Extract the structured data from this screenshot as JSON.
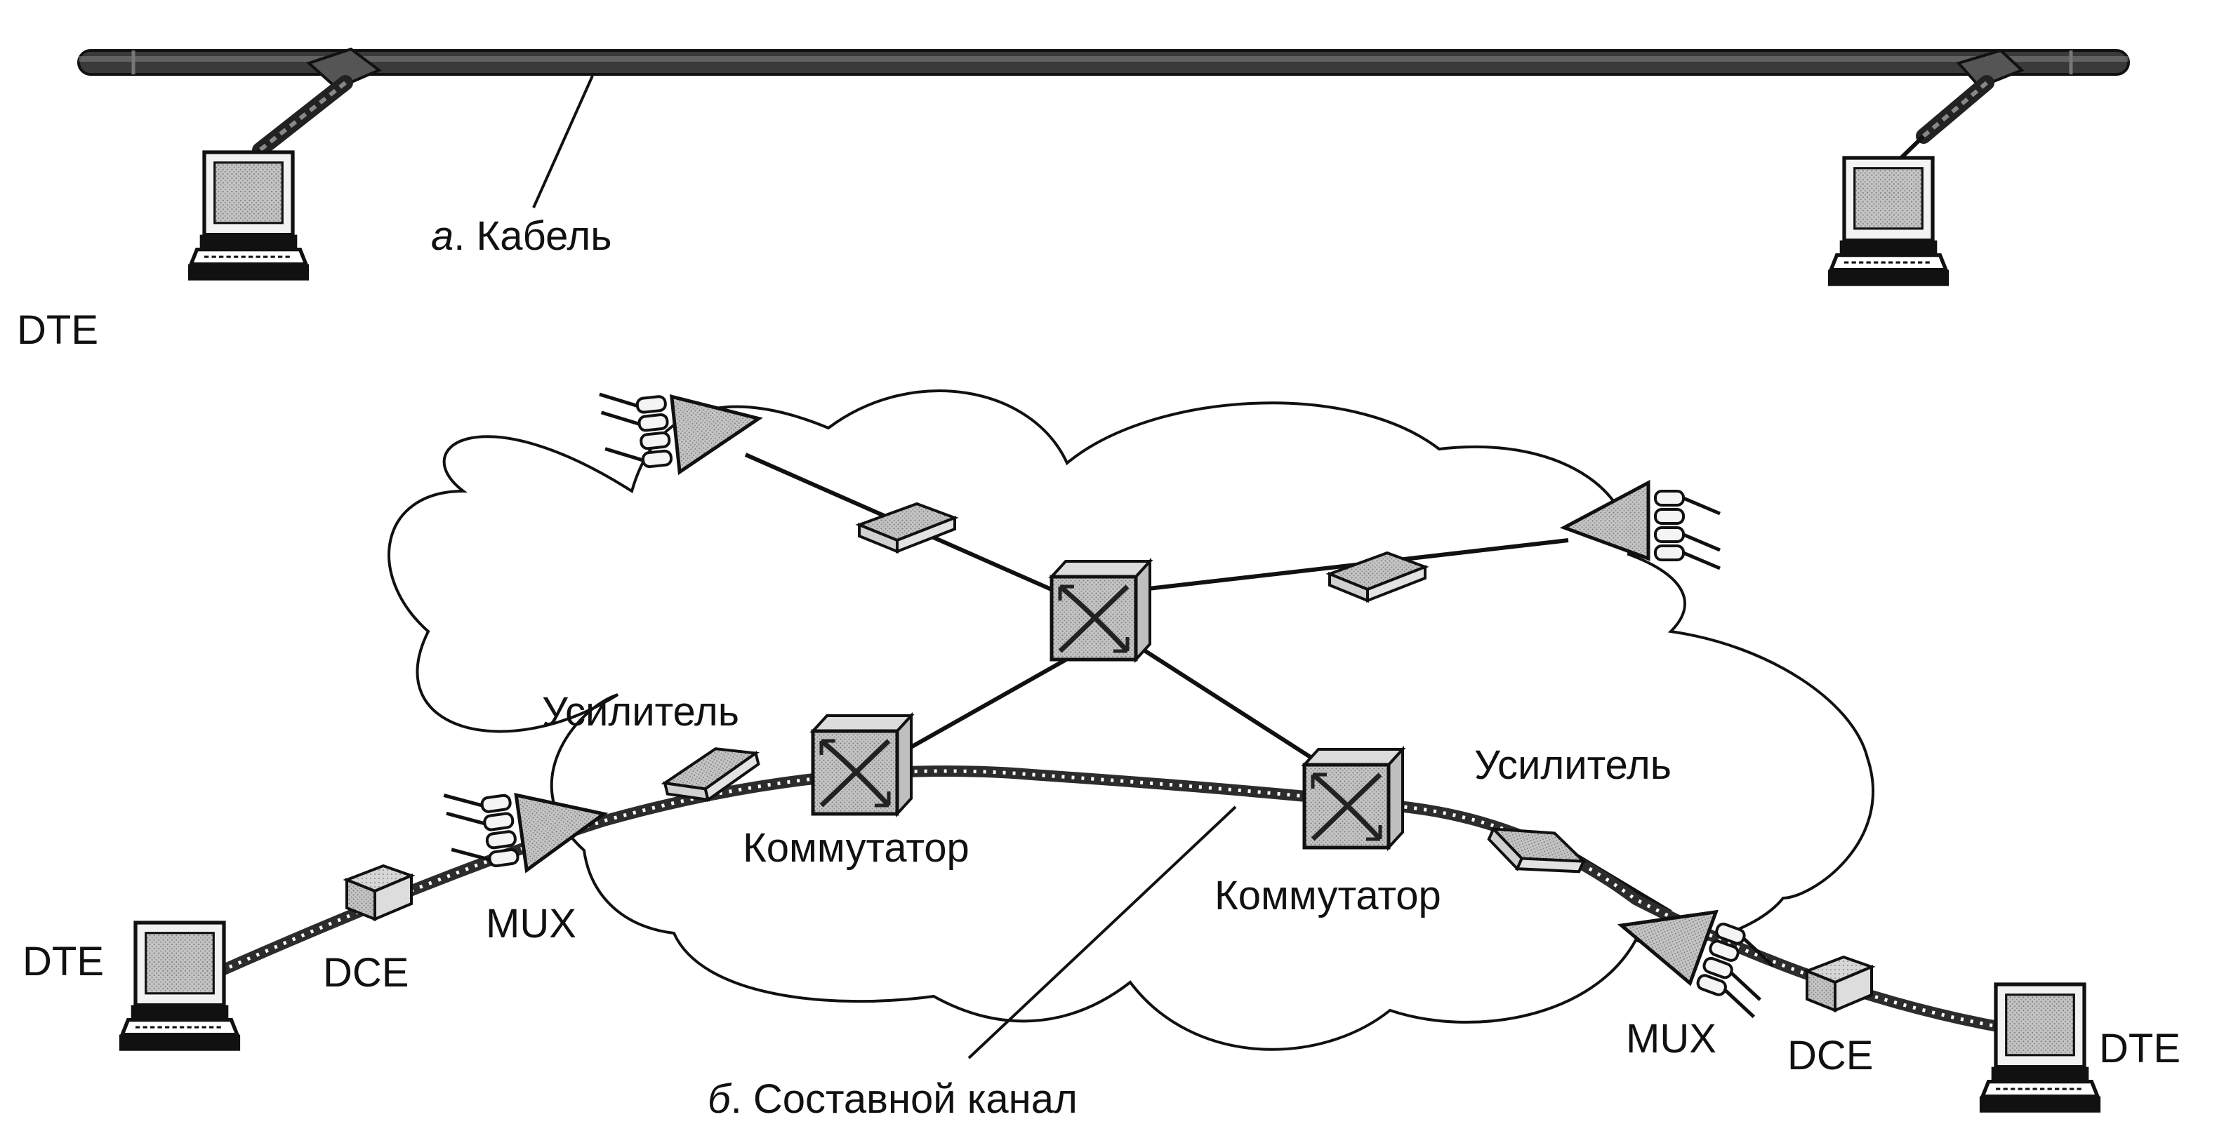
{
  "colors": {
    "ink": "#111111",
    "device_fill": "#bdbdbd",
    "cable": "#3a3a3a",
    "background": "#ffffff"
  },
  "icons": [
    "terminal-icon",
    "modem-icon",
    "multiplexer-icon",
    "amplifier-icon",
    "switch-icon",
    "network-cloud-icon",
    "cable-icon"
  ],
  "part_a": {
    "caption_letter": "а",
    "caption_text": ". Кабель",
    "dte_label": "DTE"
  },
  "part_b": {
    "caption_letter": "б",
    "caption_text": ". Составной канал",
    "amplifier_left": "Усилитель",
    "amplifier_right": "Усилитель",
    "switch_left": "Коммутатор",
    "switch_right": "Коммутатор",
    "mux_left": "MUX",
    "mux_right": "MUX",
    "dce_left": "DCE",
    "dce_right": "DCE",
    "dte_left": "DTE",
    "dte_right": "DTE"
  }
}
